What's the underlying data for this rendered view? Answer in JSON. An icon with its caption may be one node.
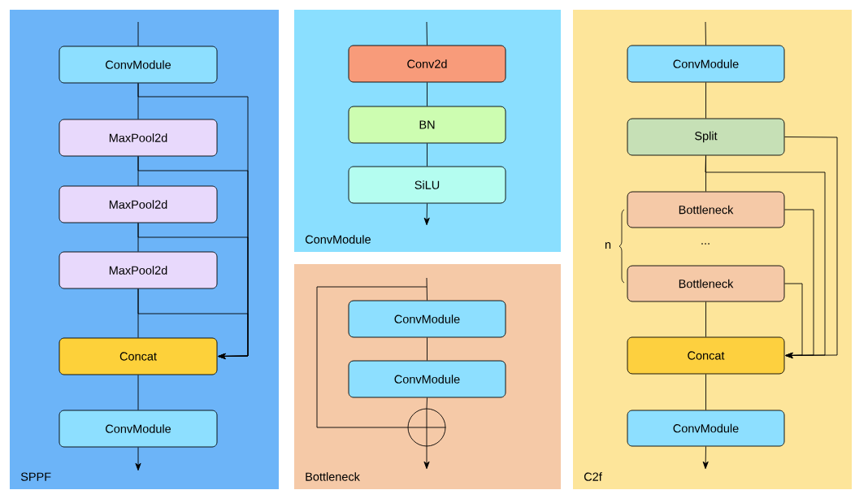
{
  "diagram": {
    "nodes": [
      {
        "text": [
          "SPPF"
        ]
      },
      {
        "text": [
          "ConvModule"
        ],
        "in": 0
      },
      {
        "text": [
          "MaxPool2d"
        ],
        "in": 0
      },
      {
        "text": [
          "MaxPool2d"
        ],
        "in": 0
      },
      {
        "text": [
          "MaxPool2d"
        ],
        "in": 0
      },
      {
        "text": [
          "Concat"
        ],
        "in": 0
      },
      {
        "text": [
          "ConvModule"
        ],
        "in": 0
      },
      {
        "text": [
          "ConvModule"
        ]
      },
      {
        "text": [
          "Conv2d"
        ],
        "in": 7
      },
      {
        "text": [
          "BN"
        ],
        "in": 7
      },
      {
        "text": [
          "SiLU"
        ],
        "in": 7
      },
      {
        "text": [
          "Bottleneck"
        ]
      },
      {
        "text": [
          "ConvModule"
        ],
        "in": 11
      },
      {
        "text": [
          "ConvModule"
        ],
        "in": 11
      },
      {
        "text": [],
        "shape": "circle",
        "in": 11
      },
      {
        "text": [
          "C2f"
        ]
      },
      {
        "text": [
          "ConvModule"
        ],
        "in": 15
      },
      {
        "text": [
          "Split"
        ],
        "in": 15
      },
      {
        "text": [
          "Bottleneck"
        ],
        "in": 15
      },
      {
        "text": [
          "Bottleneck"
        ],
        "in": 15
      },
      {
        "text": [
          "Concat"
        ],
        "in": 15
      },
      {
        "text": [
          "ConvModule"
        ],
        "in": 15
      }
    ],
    "edges": [
      {
        "from": null,
        "to": 1,
        "arrow": "none"
      },
      {
        "from": 1,
        "to": 2,
        "arrow": "none"
      },
      {
        "from": 2,
        "to": 3,
        "arrow": "none"
      },
      {
        "from": 3,
        "to": 4,
        "arrow": "none"
      },
      {
        "from": 4,
        "to": 5,
        "arrow": "none"
      },
      {
        "from": 5,
        "to": 6,
        "arrow": "none"
      },
      {
        "from": 6,
        "to": null,
        "arrow": "to"
      },
      {
        "from": 1,
        "to": 5,
        "arrow": "to"
      },
      {
        "from": 2,
        "to": 5,
        "arrow": "to"
      },
      {
        "from": 3,
        "to": 5,
        "arrow": "to"
      },
      {
        "from": 4,
        "to": 5,
        "arrow": "to"
      },
      {
        "from": null,
        "to": 8,
        "arrow": "none"
      },
      {
        "from": 8,
        "to": 9,
        "arrow": "none"
      },
      {
        "from": 9,
        "to": 10,
        "arrow": "none"
      },
      {
        "from": 10,
        "to": null,
        "arrow": "to"
      },
      {
        "from": null,
        "to": 12,
        "arrow": "none"
      },
      {
        "from": 12,
        "to": 13,
        "arrow": "none"
      },
      {
        "from": 13,
        "to": 14,
        "arrow": "none"
      },
      {
        "from": 14,
        "to": null,
        "arrow": "to"
      },
      {
        "from": null,
        "to": 14,
        "arrow": "none"
      },
      {
        "from": null,
        "to": 16,
        "arrow": "none"
      },
      {
        "from": 16,
        "to": 17,
        "arrow": "none"
      },
      {
        "from": 17,
        "to": 18,
        "arrow": "none"
      },
      {
        "from": 19,
        "to": 20,
        "arrow": "none"
      },
      {
        "from": 20,
        "to": 21,
        "arrow": "none"
      },
      {
        "from": 21,
        "to": null,
        "arrow": "to"
      },
      {
        "from": 17,
        "to": 20,
        "arrow": "to"
      },
      {
        "from": 17,
        "to": 20,
        "arrow": "to"
      },
      {
        "from": 18,
        "to": 20,
        "arrow": "to"
      },
      {
        "from": 19,
        "to": 20,
        "arrow": "to"
      }
    ],
    "labels": [
      "n",
      "..."
    ]
  }
}
